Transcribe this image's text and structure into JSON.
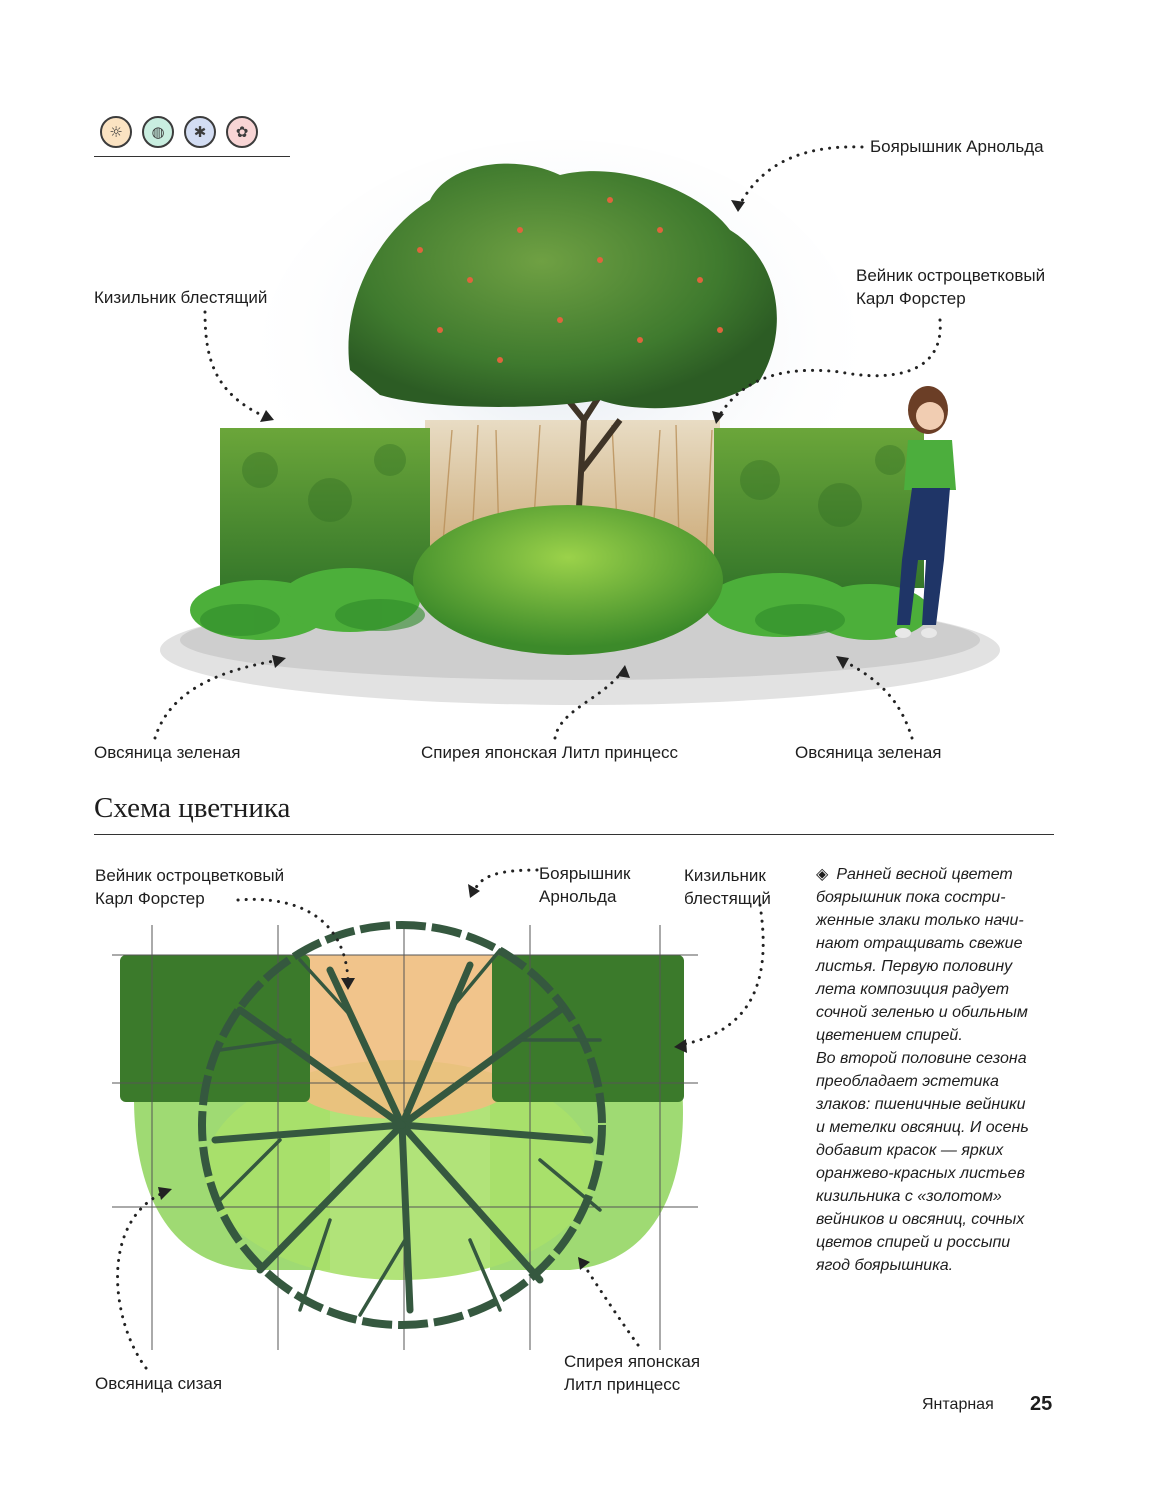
{
  "header": {
    "icons": [
      {
        "name": "sun-icon",
        "glyph": "☼",
        "color": "#e9a84a"
      },
      {
        "name": "water-drops-icon",
        "glyph": "◍",
        "color": "#7fd1b5"
      },
      {
        "name": "snowflake-icon",
        "glyph": "✱",
        "color": "#8ea7d8"
      },
      {
        "name": "flower-icon",
        "glyph": "✿",
        "color": "#f1a7a7"
      }
    ]
  },
  "illustration": {
    "labels": {
      "hawthorn": "Боярышник Арнольда",
      "cotoneaster": "Кизильник блестящий",
      "reed_line1": "Вейник остроцветковый",
      "reed_line2": "Карл Форстер",
      "fescue_left": "Овсяница зеленая",
      "spirea": "Спирея японская Литл принцесс",
      "fescue_right": "Овсяница зеленая"
    }
  },
  "scheme": {
    "title": "Схема цветника",
    "labels": {
      "reed_line1": "Вейник остроцветковый",
      "reed_line2": "Карл Форстер",
      "hawthorn_line1": "Боярышник",
      "hawthorn_line2": "Арнольда",
      "cotoneaster_line1": "Кизильник",
      "cotoneaster_line2": "блестящий",
      "fescue": "Овсяница сизая",
      "spirea_line1": "Спирея японская",
      "spirea_line2": "Литл принцесс"
    }
  },
  "description": {
    "marker": "◈",
    "lines": [
      "Ранней весной цветет",
      "боярышник пока состри-",
      "женные злаки только начи-",
      "нают отращивать свежие",
      "листья. Первую половину",
      "лета композиция радует",
      "сочной зеленью и обильным",
      "цветением спирей.",
      "Во второй половине сезона",
      "преобладает эстетика",
      "злаков: пшеничные вейники",
      "и метелки овсяниц. И осень",
      "добавит красок — ярких",
      "оранжево-красных листьев",
      "кизильника с «золотом»",
      "вейников и овсяниц, сочных",
      "цветов спирей и россыпи",
      "ягод боярышника."
    ]
  },
  "footer": {
    "section_name": "Янтарная",
    "page_number": "25"
  },
  "colors": {
    "hedge": "#3f8a2c",
    "grass": "#4caf3a",
    "reeds": "#d9b98a",
    "scheme_dark": "#3b7a2b",
    "scheme_light": "#8ed45a",
    "scheme_orange": "#f0be7e",
    "branch": "#35583f"
  }
}
